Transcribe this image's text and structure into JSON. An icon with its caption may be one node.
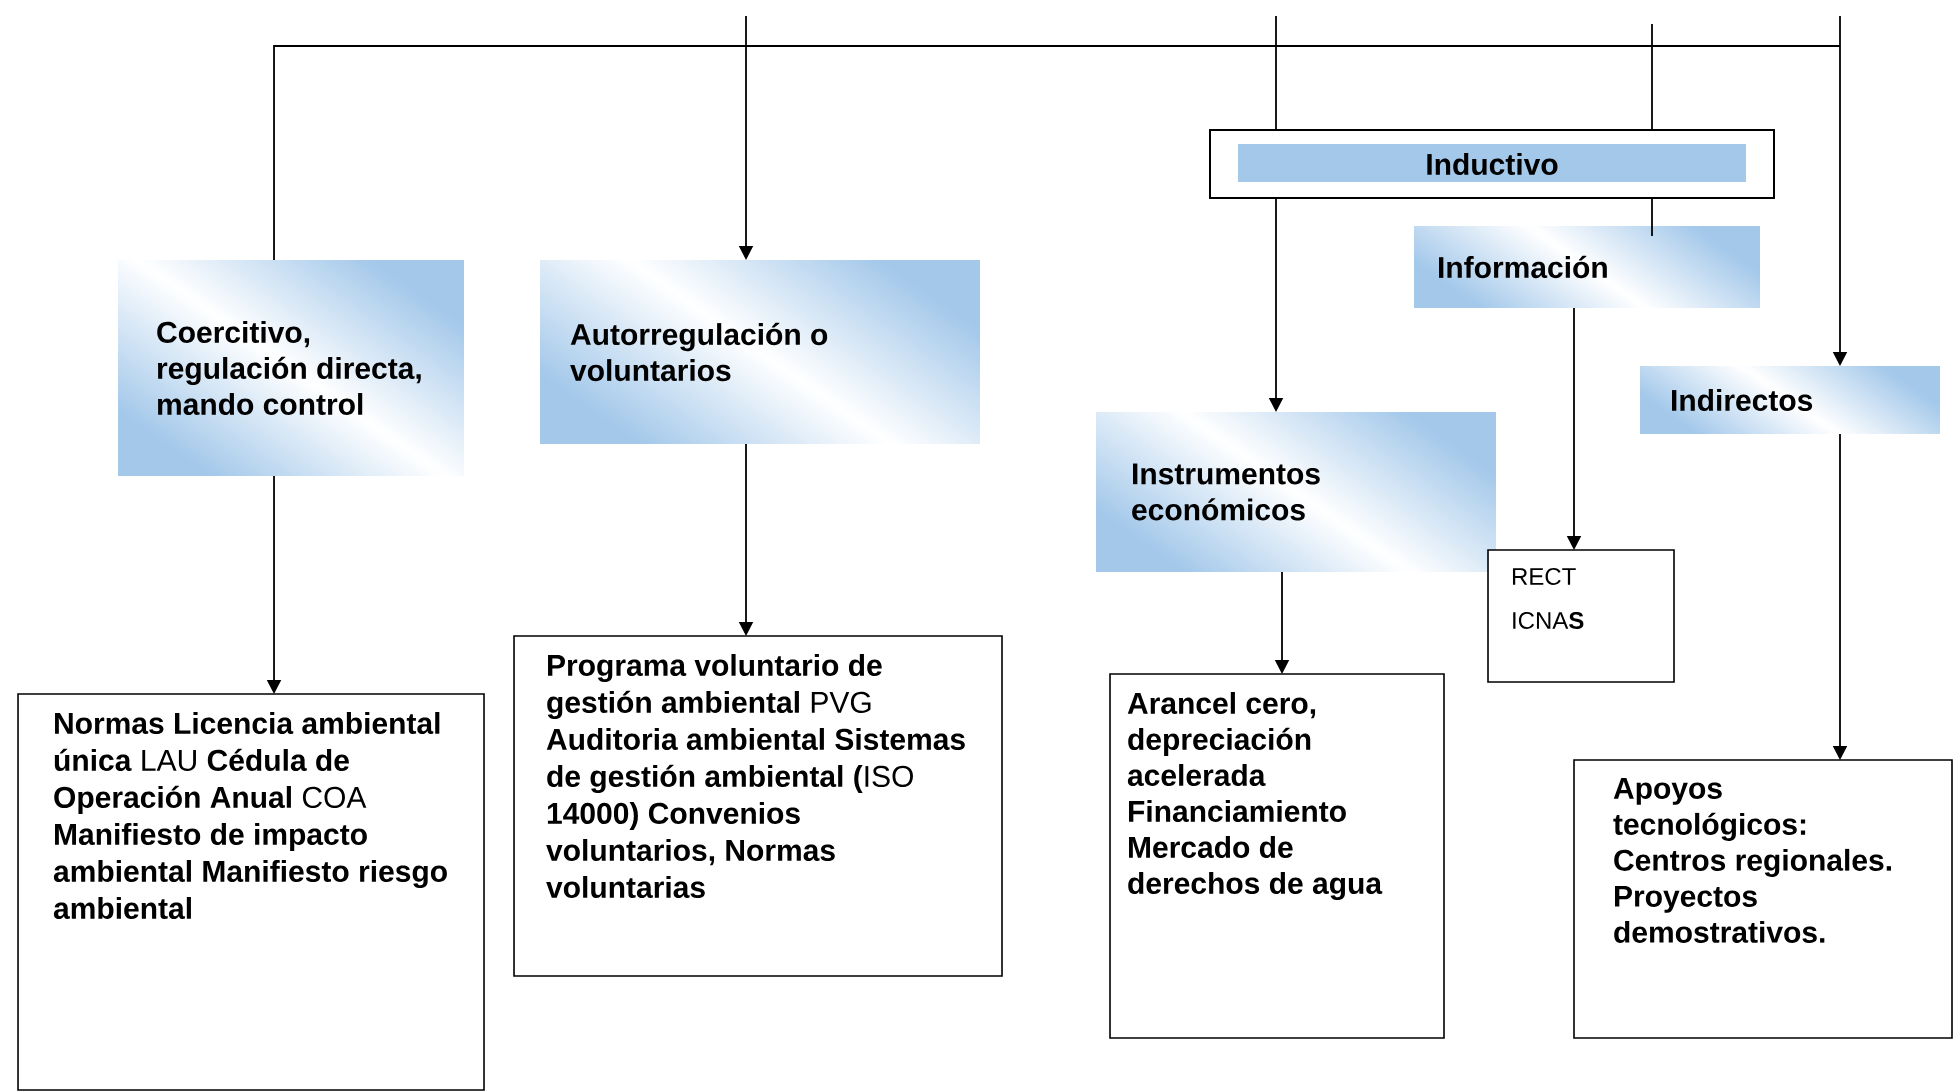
{
  "diagram": {
    "nodes": [
      {
        "text": [
          "Coercitivo, regulación directa, mando control"
        ]
      },
      {
        "text": [
          "Autorregulación o voluntarios"
        ]
      },
      {
        "text": [
          "Inductivo"
        ]
      },
      {
        "text": [
          "Información"
        ]
      },
      {
        "text": [
          "Instrumentos económicos"
        ]
      },
      {
        "text": [
          "Indirectos"
        ]
      },
      {
        "text": [
          "**Normas Licencia ambiental única** LAU **Cédula de Operación Anual** COA **Manifiesto de impacto ambiental Manifiesto riesgo ambiental**"
        ]
      },
      {
        "text": [
          "**Programa voluntario de gestión ambiental** PVG **Auditoria ambiental Sistemas de gestión ambiental (**ISO **14000) Convenios voluntarios, Normas voluntarias**"
        ]
      },
      {
        "text": [
          "Arancel cero, depreciación acelerada Financiamiento Mercado de derechos de agua"
        ]
      },
      {
        "text": [
          "RECT ICNA**S**"
        ]
      },
      {
        "text": [
          "Apoyos tecnológicos: Centros regionales. Proyectos demostrativos."
        ]
      }
    ],
    "edges": [
      {
        "from": null,
        "to": 0,
        "arrow": "none"
      },
      {
        "from": null,
        "to": 1,
        "arrow": "to"
      },
      {
        "from": null,
        "to": 2,
        "arrow": "none"
      },
      {
        "from": null,
        "to": 2,
        "arrow": "none"
      },
      {
        "from": null,
        "to": 5,
        "arrow": "to"
      },
      {
        "from": 2,
        "to": 4,
        "arrow": "to"
      },
      {
        "from": 2,
        "to": 3,
        "arrow": "none"
      },
      {
        "from": 3,
        "to": 9,
        "arrow": "to"
      },
      {
        "from": 0,
        "to": 6,
        "arrow": "to"
      },
      {
        "from": 1,
        "to": 7,
        "arrow": "to"
      },
      {
        "from": 4,
        "to": 8,
        "arrow": "to"
      },
      {
        "from": 5,
        "to": 10,
        "arrow": "to"
      }
    ]
  }
}
